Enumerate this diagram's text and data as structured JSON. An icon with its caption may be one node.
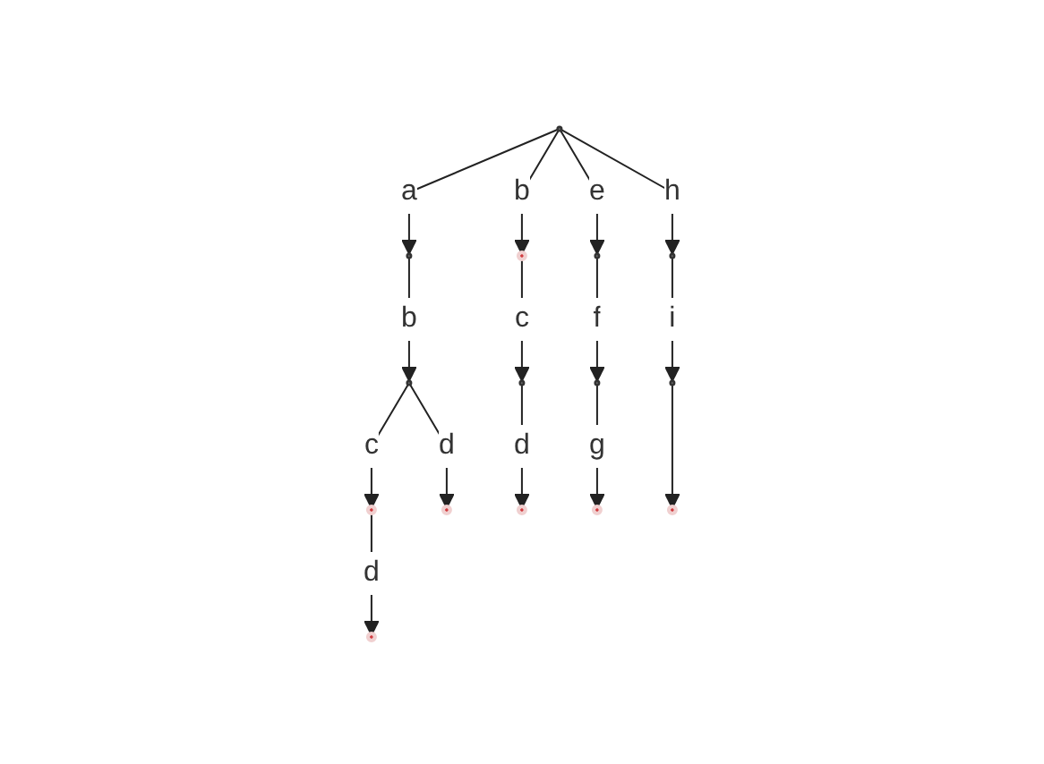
{
  "diagram": {
    "nodes": [
      {
        "text": [],
        "shape": "circle"
      },
      {
        "text": [],
        "shape": "circle"
      },
      {
        "text": [],
        "shape": "circle"
      },
      {
        "text": [],
        "shape": "circle"
      },
      {
        "text": [],
        "shape": "circle"
      },
      {
        "text": [],
        "shape": "circle"
      },
      {
        "text": [],
        "shape": "circle"
      },
      {
        "text": [],
        "shape": "circle"
      },
      {
        "text": [],
        "shape": "circle"
      },
      {
        "text": [],
        "shape": "circle"
      },
      {
        "text": [],
        "shape": "circle"
      },
      {
        "text": [],
        "shape": "circle"
      },
      {
        "text": [],
        "shape": "circle"
      },
      {
        "text": [],
        "shape": "circle"
      },
      {
        "text": [],
        "shape": "circle"
      }
    ],
    "edges": [
      {
        "from": 0,
        "to": 1,
        "arrow": "to",
        "label": "a"
      },
      {
        "from": 0,
        "to": 2,
        "arrow": "to",
        "label": "b"
      },
      {
        "from": 0,
        "to": 3,
        "arrow": "to",
        "label": "e"
      },
      {
        "from": 0,
        "to": 4,
        "arrow": "to",
        "label": "h"
      },
      {
        "from": 1,
        "to": 5,
        "arrow": "to",
        "label": "b"
      },
      {
        "from": 2,
        "to": 6,
        "arrow": "to",
        "label": "c"
      },
      {
        "from": 3,
        "to": 7,
        "arrow": "to",
        "label": "f"
      },
      {
        "from": 4,
        "to": 8,
        "arrow": "to",
        "label": "i"
      },
      {
        "from": 5,
        "to": 9,
        "arrow": "to",
        "label": "c"
      },
      {
        "from": 5,
        "to": 10,
        "arrow": "to",
        "label": "d"
      },
      {
        "from": 6,
        "to": 11,
        "arrow": "to",
        "label": "d"
      },
      {
        "from": 7,
        "to": 12,
        "arrow": "to",
        "label": "g"
      },
      {
        "from": 8,
        "to": 13,
        "arrow": "to"
      },
      {
        "from": 9,
        "to": 14,
        "arrow": "to",
        "label": "d"
      }
    ]
  }
}
